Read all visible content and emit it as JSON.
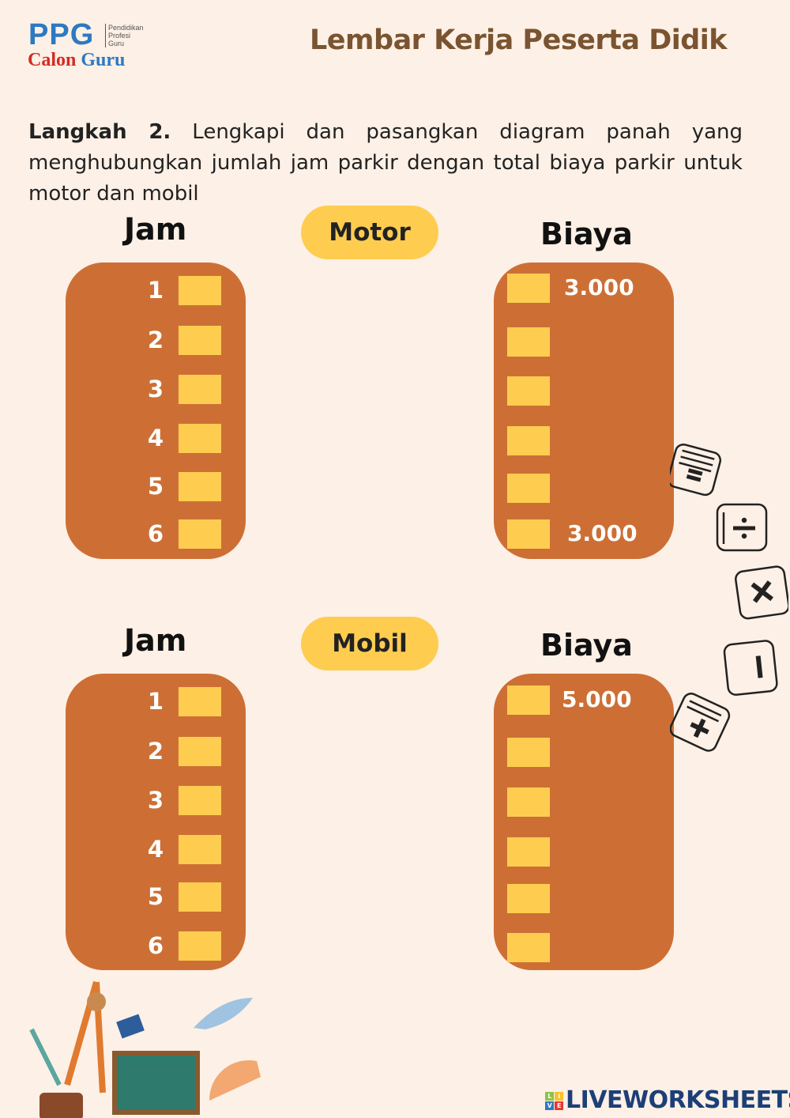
{
  "logo": {
    "ppg": "PPG",
    "sub": [
      "Pendidikan",
      "Profesi",
      "Guru"
    ],
    "calon": "Calon",
    "guru": "Guru"
  },
  "title": "Lembar Kerja Peserta Didik",
  "instruction": {
    "step": "Langkah 2.",
    "text": "Lengkapi dan pasangkan diagram panah yang menghubungkan jumlah jam parkir dengan total biaya parkir untuk motor dan mobil"
  },
  "motor": {
    "label": "Motor",
    "left_head": "Jam",
    "right_head": "Biaya",
    "hours": [
      "1",
      "2",
      "3",
      "4",
      "5",
      "6"
    ],
    "costs": [
      "3.000",
      "",
      "",
      "",
      "",
      "3.000"
    ]
  },
  "mobil": {
    "label": "Mobil",
    "left_head": "Jam",
    "right_head": "Biaya",
    "hours": [
      "1",
      "2",
      "3",
      "4",
      "5",
      "6"
    ],
    "costs": [
      "5.000",
      "",
      "",
      "",
      "",
      ""
    ]
  },
  "footer": {
    "brand": "LIVEWORKSHEETS",
    "icon_letters": [
      "L",
      "I",
      "V",
      "E"
    ]
  },
  "colors": {
    "background": "#fdf0e6",
    "panel": "#cd6f35",
    "accent": "#fecd50",
    "title": "#7a5430"
  }
}
